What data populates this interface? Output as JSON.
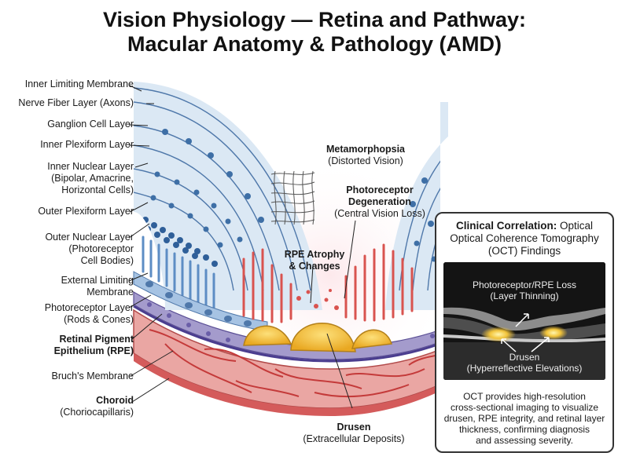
{
  "title": {
    "line1": "Vision Physiology — Retina and Pathway:",
    "line2": "Macular Anatomy & Pathology (AMD)"
  },
  "layers": {
    "ilm": "Inner Limiting Membrane",
    "nfl": "Nerve Fiber Layer (Axons)",
    "gcl": "Ganglion Cell Layer",
    "ipl": "Inner Plexiform Layer",
    "inl_1": "Inner Nuclear Layer",
    "inl_2": "(Bipolar, Amacrine,",
    "inl_3": "Horizontal Cells)",
    "opl": "Outer Plexiform Layer",
    "onl_1": "Outer Nuclear Layer",
    "onl_2": "(Photoreceptor",
    "onl_3": "Cell Bodies)",
    "elm_1": "External Limiting",
    "elm_2": "Membrane",
    "pr_1": "Photoreceptor Layer",
    "pr_2": "(Rods & Cones)",
    "rpe_1": "Retinal Pigment",
    "rpe_2": "Epithelium (RPE)",
    "bruch": "Bruch's Membrane",
    "choroid_1": "Choroid",
    "choroid_2": "(Choriocapillaris)"
  },
  "annotations": {
    "metamorphopsia_1": "Metamorphopsia",
    "metamorphopsia_2": "(Distorted Vision)",
    "degen_1": "Photoreceptor",
    "degen_2": "Degeneration",
    "degen_3": "(Central Vision Loss)",
    "rpe_atrophy_1": "RPE Atrophy",
    "rpe_atrophy_2": "& Changes",
    "drusen_1": "Drusen",
    "drusen_2": "(Extracellular Deposits)"
  },
  "panel": {
    "title_bold": "Clinical Correlation:",
    "title_rest": " Optical",
    "title_2": "Optical Coherence Tomography",
    "title_3": "(OCT) Findings",
    "oct_loss_1": "Photoreceptor/RPE Loss",
    "oct_loss_2": "(Layer Thinning)",
    "oct_drusen_1": "Drusen",
    "oct_drusen_2": "(Hyperreflective Elevations)",
    "body_1": "OCT provides high-resolution",
    "body_2": "cross-sectional imaging to visualize",
    "body_3": "drusen, RPE integrity, and retinal layer",
    "body_4": "thickness, confirming diagnosis",
    "body_5": "and assessing severity."
  },
  "colors": {
    "inner_blue": "#dbe8f4",
    "nucleus_blue": "#3e6fa6",
    "photoreceptor_blue": "#5d8dc4",
    "photoreceptor_red": "#d9534f",
    "rpe_purple": "#8a7db3",
    "choroid_pink": "#e9a3a0",
    "vessel_red": "#c43a3a",
    "drusen_yellow": "#f4c23c"
  }
}
